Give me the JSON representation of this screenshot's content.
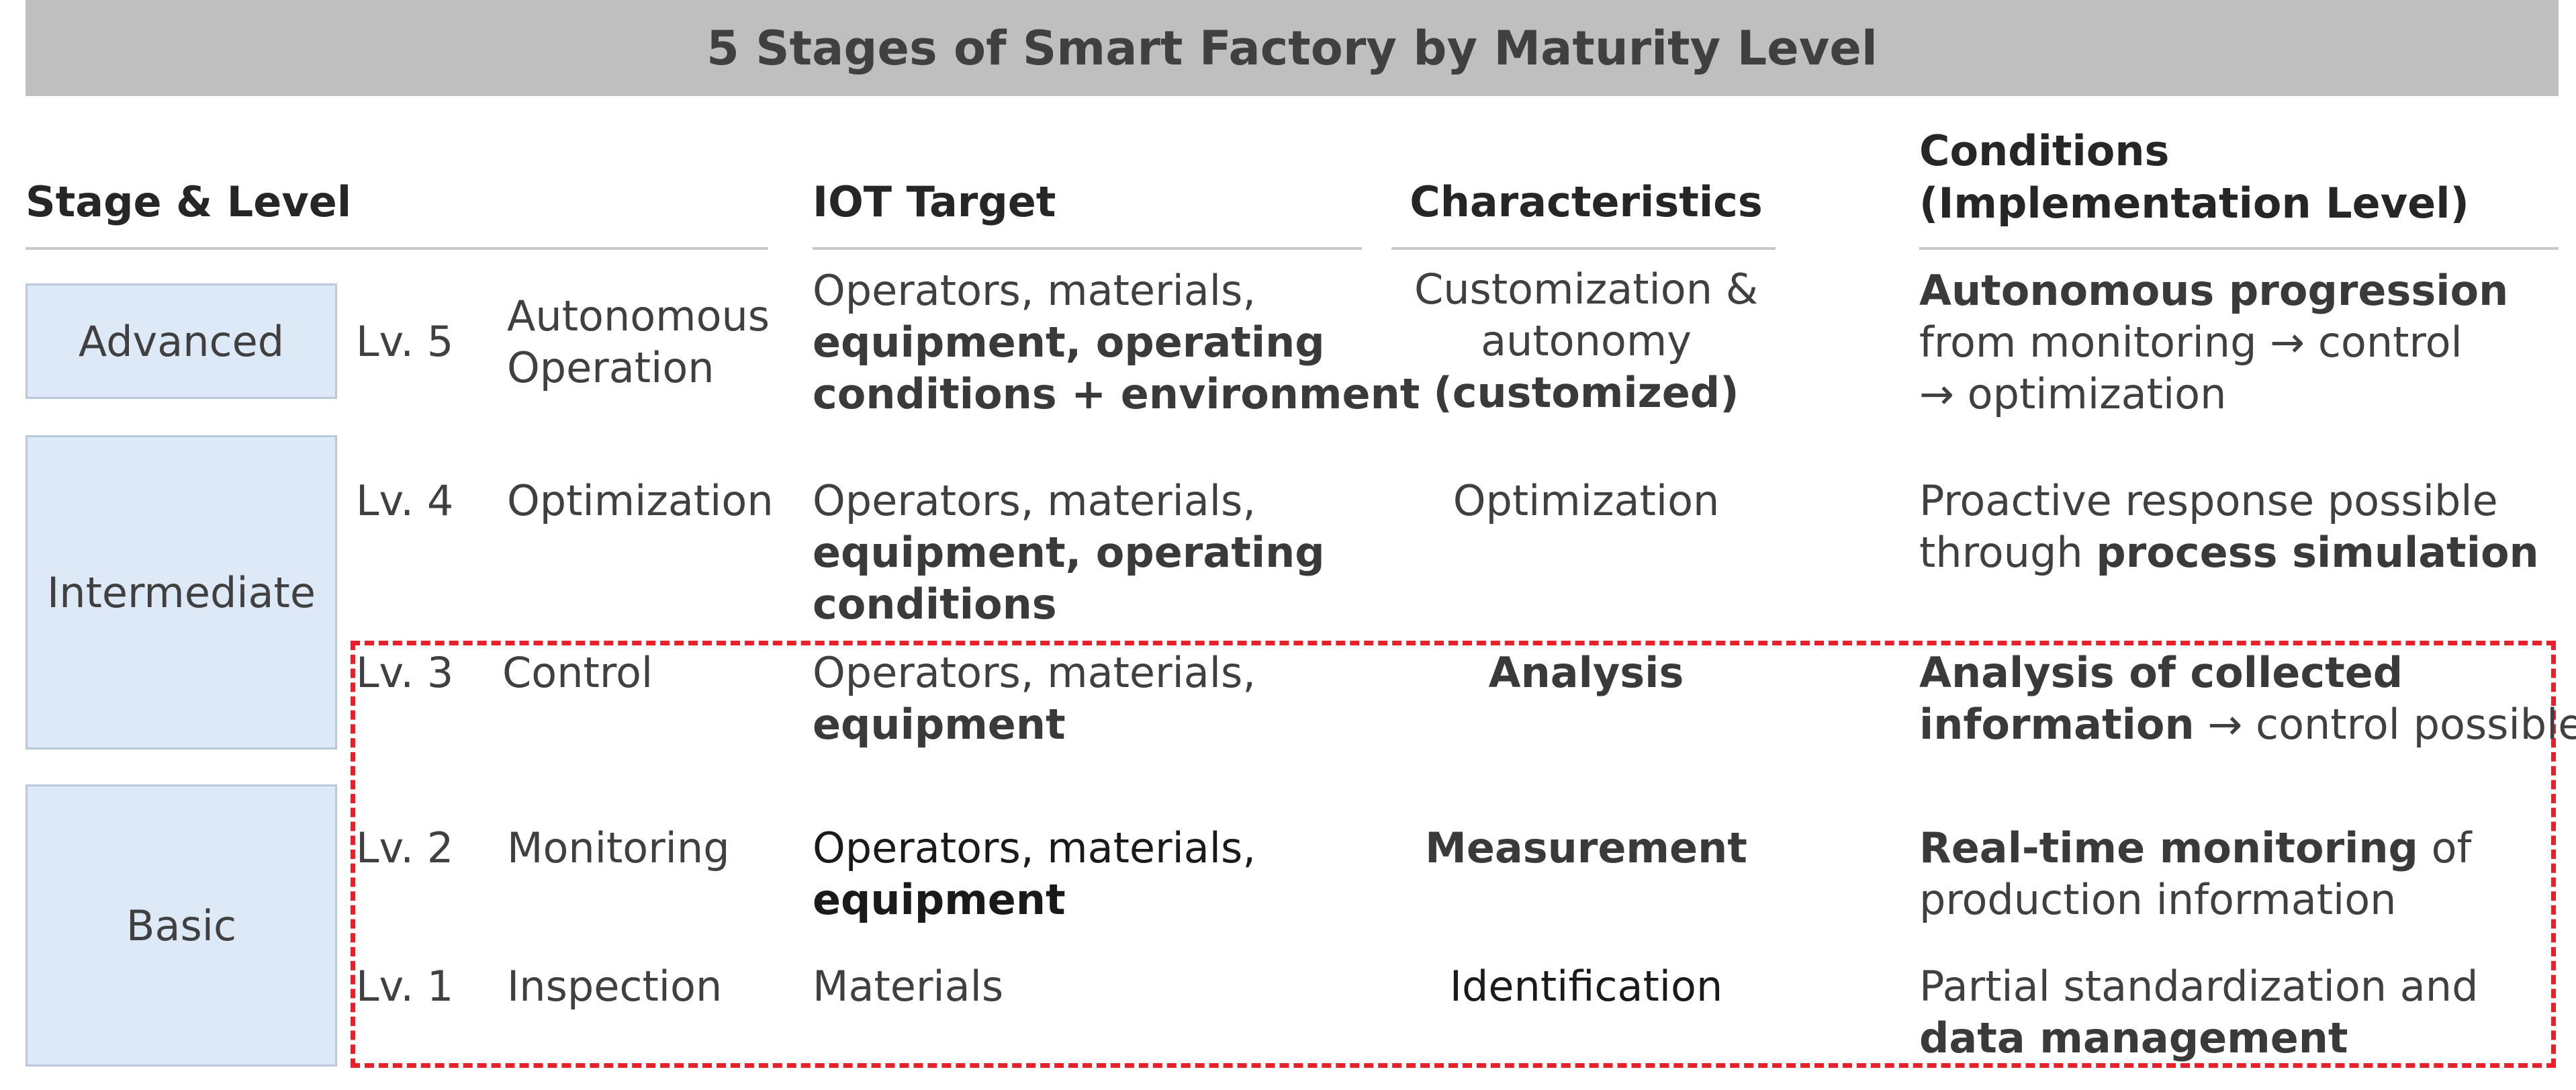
{
  "title": "5 Stages of Smart Factory by Maturity Level",
  "headers": {
    "stage_level": "Stage & Level",
    "iot_target": "IOT Target",
    "characteristics": "Characteristics",
    "conditions_line1": "Conditions",
    "conditions_line2": "(Implementation Level)"
  },
  "stages": {
    "advanced": "Advanced",
    "intermediate": "Intermediate",
    "basic": "Basic"
  },
  "rows": [
    {
      "level": "Lv. 5",
      "name_line1": "Autonomous",
      "name_line2": "Operation",
      "iot_line1": "Operators, materials,",
      "iot_line2": "equipment, operating",
      "iot_line3": "conditions + environment",
      "char_line1": "Customization &",
      "char_line2": "autonomy",
      "char_line3": "(customized)",
      "cond_line1_bold": "Autonomous progression",
      "cond_line2": "from monitoring → control",
      "cond_line3": "→ optimization"
    },
    {
      "level": "Lv. 4",
      "name_line1": "Optimization",
      "iot_line1": "Operators, materials,",
      "iot_line2": "equipment, operating",
      "iot_line3": "conditions",
      "char_line1": "Optimization",
      "cond_line1": "Proactive response possible",
      "cond_line2_pre": "through ",
      "cond_line2_bold": "process simulation"
    },
    {
      "level": "Lv. 3",
      "name_line1": "Control",
      "iot_line1": "Operators, materials,",
      "iot_line2": "equipment",
      "char_line1": "Analysis",
      "cond_line1_bold": "Analysis of collected",
      "cond_line2_bold": "information",
      "cond_line2_post": " → control possible"
    },
    {
      "level": "Lv. 2",
      "name_line1": "Monitoring",
      "iot_line1": "Operators, materials,",
      "iot_line2": "equipment",
      "char_line1": "Measurement",
      "cond_line1_bold": "Real-time monitoring",
      "cond_line1_post": " of",
      "cond_line2": "production information"
    },
    {
      "level": "Lv. 1",
      "name_line1": "Inspection",
      "iot_line1": "Materials",
      "char_line1": "Identification",
      "cond_line1": "Partial standardization and",
      "cond_line2_bold": "data management"
    }
  ]
}
